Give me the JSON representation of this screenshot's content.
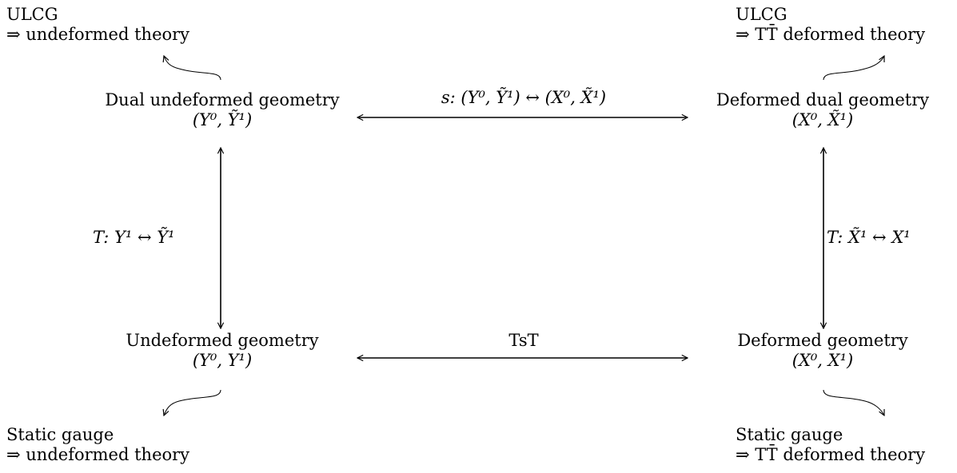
{
  "diagram": {
    "nodes": {
      "dual_undeformed": {
        "title": "Dual undeformed geometry",
        "coords": "(Y⁰, Ỹ¹)"
      },
      "deformed_dual": {
        "title": "Deformed dual geometry",
        "coords": "(X⁰, X̃¹)"
      },
      "undeformed": {
        "title": "Undeformed geometry",
        "coords": "(Y⁰, Y¹)"
      },
      "deformed": {
        "title": "Deformed geometry",
        "coords": "(X⁰, X¹)"
      }
    },
    "edges": {
      "top": "s: (Y⁰, Ỹ¹) ↔ (X⁰, X̃¹)",
      "bottom": "TsT",
      "left": "T: Y¹ ↔ Ỹ¹",
      "right": "T: X̃¹ ↔ X¹"
    },
    "annotations": {
      "ulcg_left": {
        "line1": "ULCG",
        "line2": "⇒ undeformed theory"
      },
      "ulcg_right": {
        "line1": "ULCG",
        "line2": "⇒ TT̄ deformed theory"
      },
      "static_left": {
        "line1": "Static gauge",
        "line2": "⇒ undeformed theory"
      },
      "static_right": {
        "line1": "Static gauge",
        "line2": "⇒ TT̄ deformed theory"
      }
    }
  }
}
